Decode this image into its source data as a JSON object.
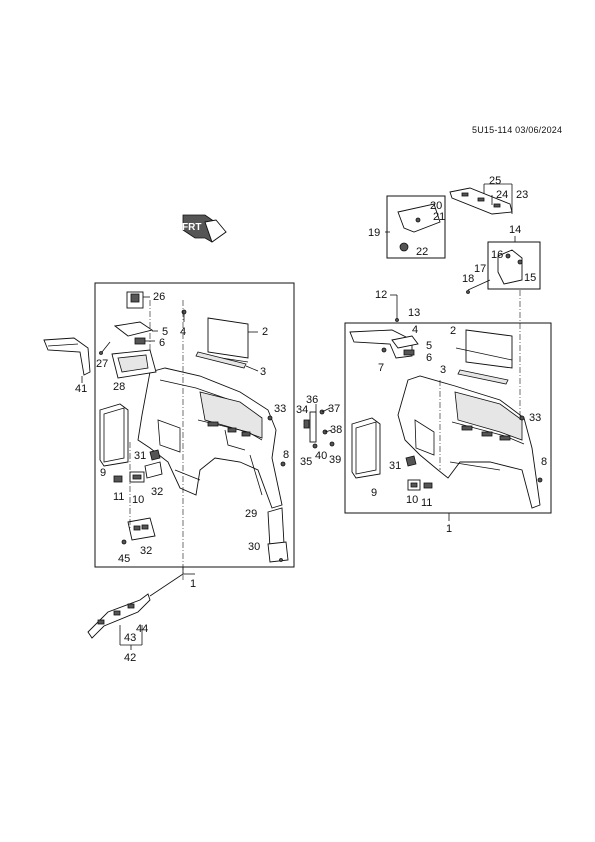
{
  "header": {
    "doc_code": "5U15-114 03/06/2024"
  },
  "callouts": {
    "c1a": "1",
    "c1b": "1",
    "c2a": "2",
    "c2b": "2",
    "c3a": "3",
    "c3b": "3",
    "c4a": "4",
    "c4b": "4",
    "c5a": "5",
    "c5b": "5",
    "c6a": "6",
    "c6b": "6",
    "c7": "7",
    "c8a": "8",
    "c8b": "8",
    "c9a": "9",
    "c9b": "9",
    "c10a": "10",
    "c10b": "10",
    "c11a": "11",
    "c11b": "11",
    "c12": "12",
    "c13": "13",
    "c14": "14",
    "c15": "15",
    "c16": "16",
    "c17": "17",
    "c18": "18",
    "c19": "19",
    "c20": "20",
    "c21": "21",
    "c22": "22",
    "c23": "23",
    "c24": "24",
    "c25": "25",
    "c26": "26",
    "c27": "27",
    "c28": "28",
    "c29": "29",
    "c30": "30",
    "c31a": "31",
    "c31b": "31",
    "c32a": "32",
    "c32b": "32",
    "c33a": "33",
    "c33b": "33",
    "c34": "34",
    "c35": "35",
    "c36": "36",
    "c37": "37",
    "c38": "38",
    "c39": "39",
    "c40": "40",
    "c41": "41",
    "c42": "42",
    "c43": "43",
    "c44": "44",
    "c45": "45"
  },
  "front_indicator": {
    "text": "FRT"
  }
}
